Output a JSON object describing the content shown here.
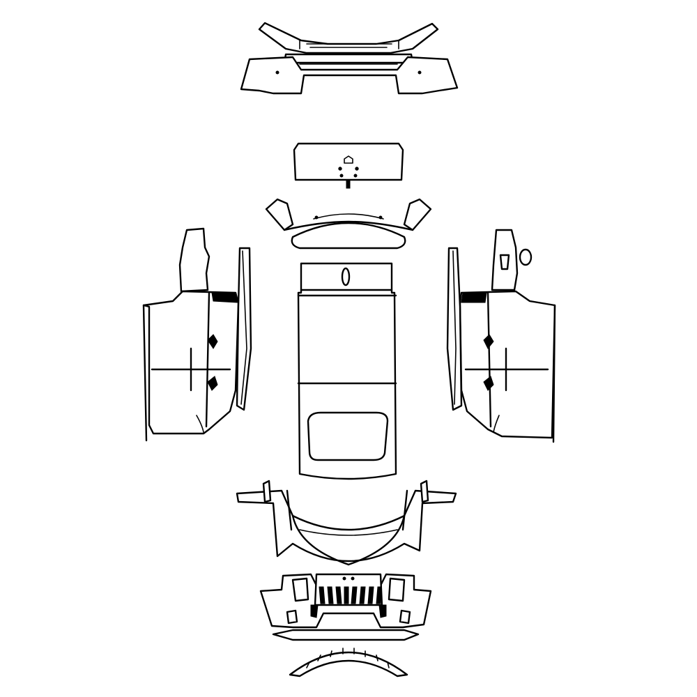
{
  "diagram": {
    "stroke_color": "#000000",
    "background_color": "#ffffff",
    "parts": [
      "rear-bumper-top-piece",
      "rear-bumper-cover",
      "rear-license-panel",
      "rear-trunk-lid-with-lights",
      "left-side-quarter-and-door",
      "roof-hood-center-panel",
      "right-side-quarter-and-door",
      "front-hood-and-fenders",
      "front-bumper-grille",
      "front-bumper-lip",
      "front-splitter-arc"
    ]
  }
}
